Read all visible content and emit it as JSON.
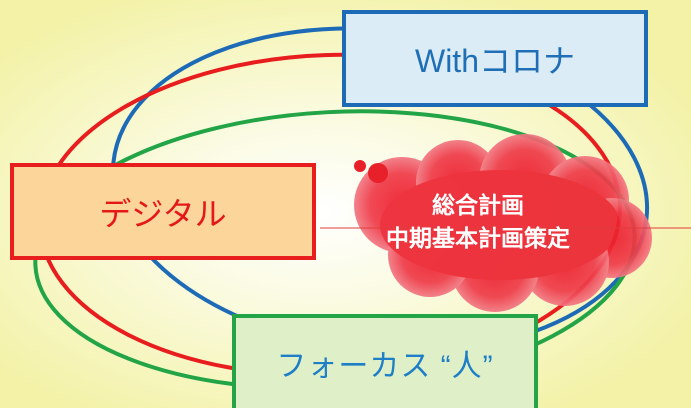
{
  "boxes": {
    "with_corona": "Withコロナ",
    "digital": "デジタル",
    "focus_people": "フォーカス “人”"
  },
  "cloud": {
    "line1": "総合計画",
    "line2": "中期基本計画策定"
  },
  "colors": {
    "blue": "#1d6bb6",
    "red": "#e81e1e",
    "green": "#22a447",
    "cloud": "#e8202a"
  }
}
